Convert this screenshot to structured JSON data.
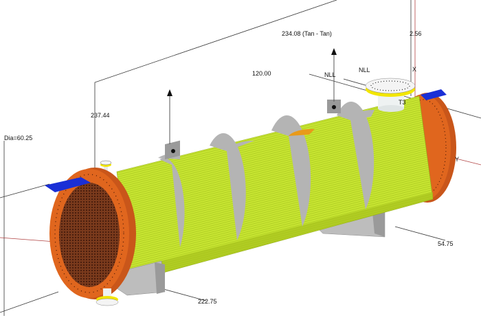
{
  "labels": {
    "overall_length": "234.08 (Tan - Tan)",
    "offset_top": "2.56",
    "nozzle_spacing": "120.00",
    "nll_left": "NLL",
    "nll_right": "NLL",
    "axis_x": "X",
    "axis_y": "Y",
    "nozzle_tag": "T3",
    "height": "237.44",
    "diameter": "Dia=60.25",
    "saddle_right": "54.75",
    "saddle_left": "222.75"
  },
  "colors": {
    "shell": "#c8e632",
    "flange": "#e0661e",
    "tubesheet": "#6a2a14",
    "baffle": "#b4b4b4",
    "saddle": "#bdbdbd",
    "pass_partition": "#1a2fd6",
    "nozzle_ring": "#f2e600"
  }
}
